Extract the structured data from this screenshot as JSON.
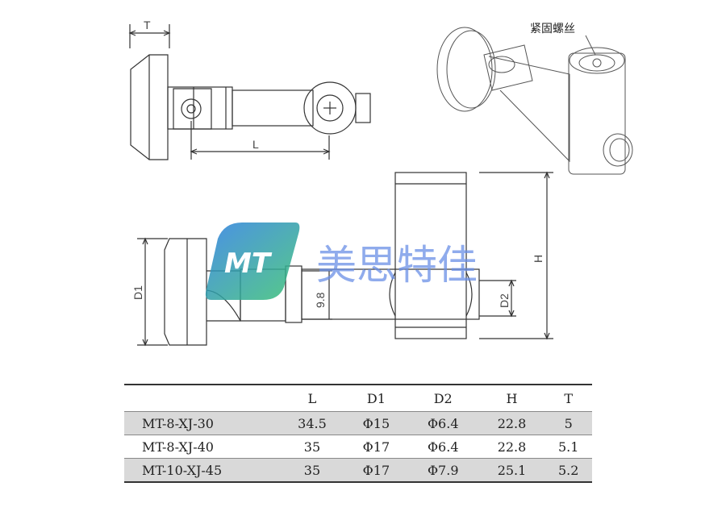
{
  "callouts": {
    "set_screw": "紧固螺丝"
  },
  "dimensions": {
    "t": "T",
    "l": "L",
    "h": "H",
    "d1": "D1",
    "d2": "D2",
    "inner": "9.8"
  },
  "watermark": {
    "logo_text": "MT",
    "brand_name": "美思特佳",
    "logo_colors": [
      "#2a7de1",
      "#38c172"
    ]
  },
  "table": {
    "headers": [
      "",
      "L",
      "D1",
      "D2",
      "H",
      "T"
    ],
    "rows": [
      {
        "model": "MT-8-XJ-30",
        "L": "34.5",
        "D1": "Φ15",
        "D2": "Φ6.4",
        "H": "22.8",
        "T": "5"
      },
      {
        "model": "MT-8-XJ-40",
        "L": "35",
        "D1": "Φ17",
        "D2": "Φ6.4",
        "H": "22.8",
        "T": "5.1"
      },
      {
        "model": "MT-10-XJ-45",
        "L": "35",
        "D1": "Φ17",
        "D2": "Φ7.9",
        "H": "25.1",
        "T": "5.2"
      }
    ]
  }
}
